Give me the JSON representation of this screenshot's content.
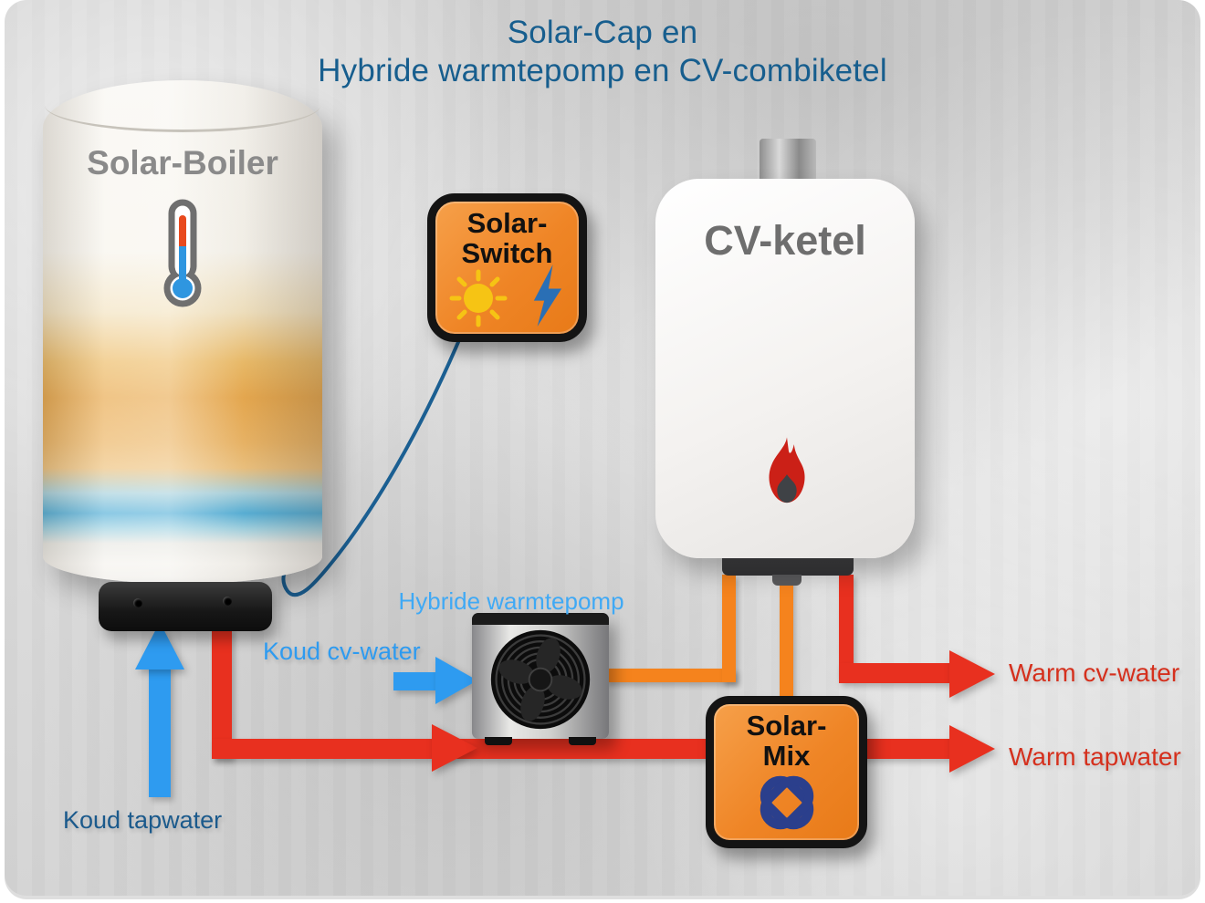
{
  "title": {
    "line1": "Solar-Cap en",
    "line2": "Hybride warmtepomp en CV-combiketel"
  },
  "boiler": {
    "label": "Solar-Boiler"
  },
  "solar_switch": {
    "label_line1": "Solar-",
    "label_line2": "Switch"
  },
  "cv_ketel": {
    "label": "CV-ketel"
  },
  "heat_pump": {
    "label": "Hybride warmtepomp"
  },
  "solar_mix": {
    "label_line1": "Solar-",
    "label_line2": "Mix"
  },
  "flow_labels": {
    "koud_cv_water": "Koud cv-water",
    "koud_tapwater": "Koud tapwater",
    "warm_cv_water": "Warm cv-water",
    "warm_tapwater": "Warm tapwater"
  },
  "icons": {
    "thermometer": "thermometer-icon",
    "sun": "sun-icon",
    "lightning": "lightning-icon",
    "flame": "flame-icon",
    "fan": "fan-icon",
    "knot": "knot-icon"
  },
  "colors": {
    "title_blue": "#175e8e",
    "badge_orange": "#ef8526",
    "pipe_red": "#e8301f",
    "pipe_orange": "#f5831d",
    "pipe_blue": "#2e9bf0",
    "label_red": "#d5301d",
    "label_lightblue": "#3fa9f5",
    "label_darkblue": "#1b5a8c"
  }
}
